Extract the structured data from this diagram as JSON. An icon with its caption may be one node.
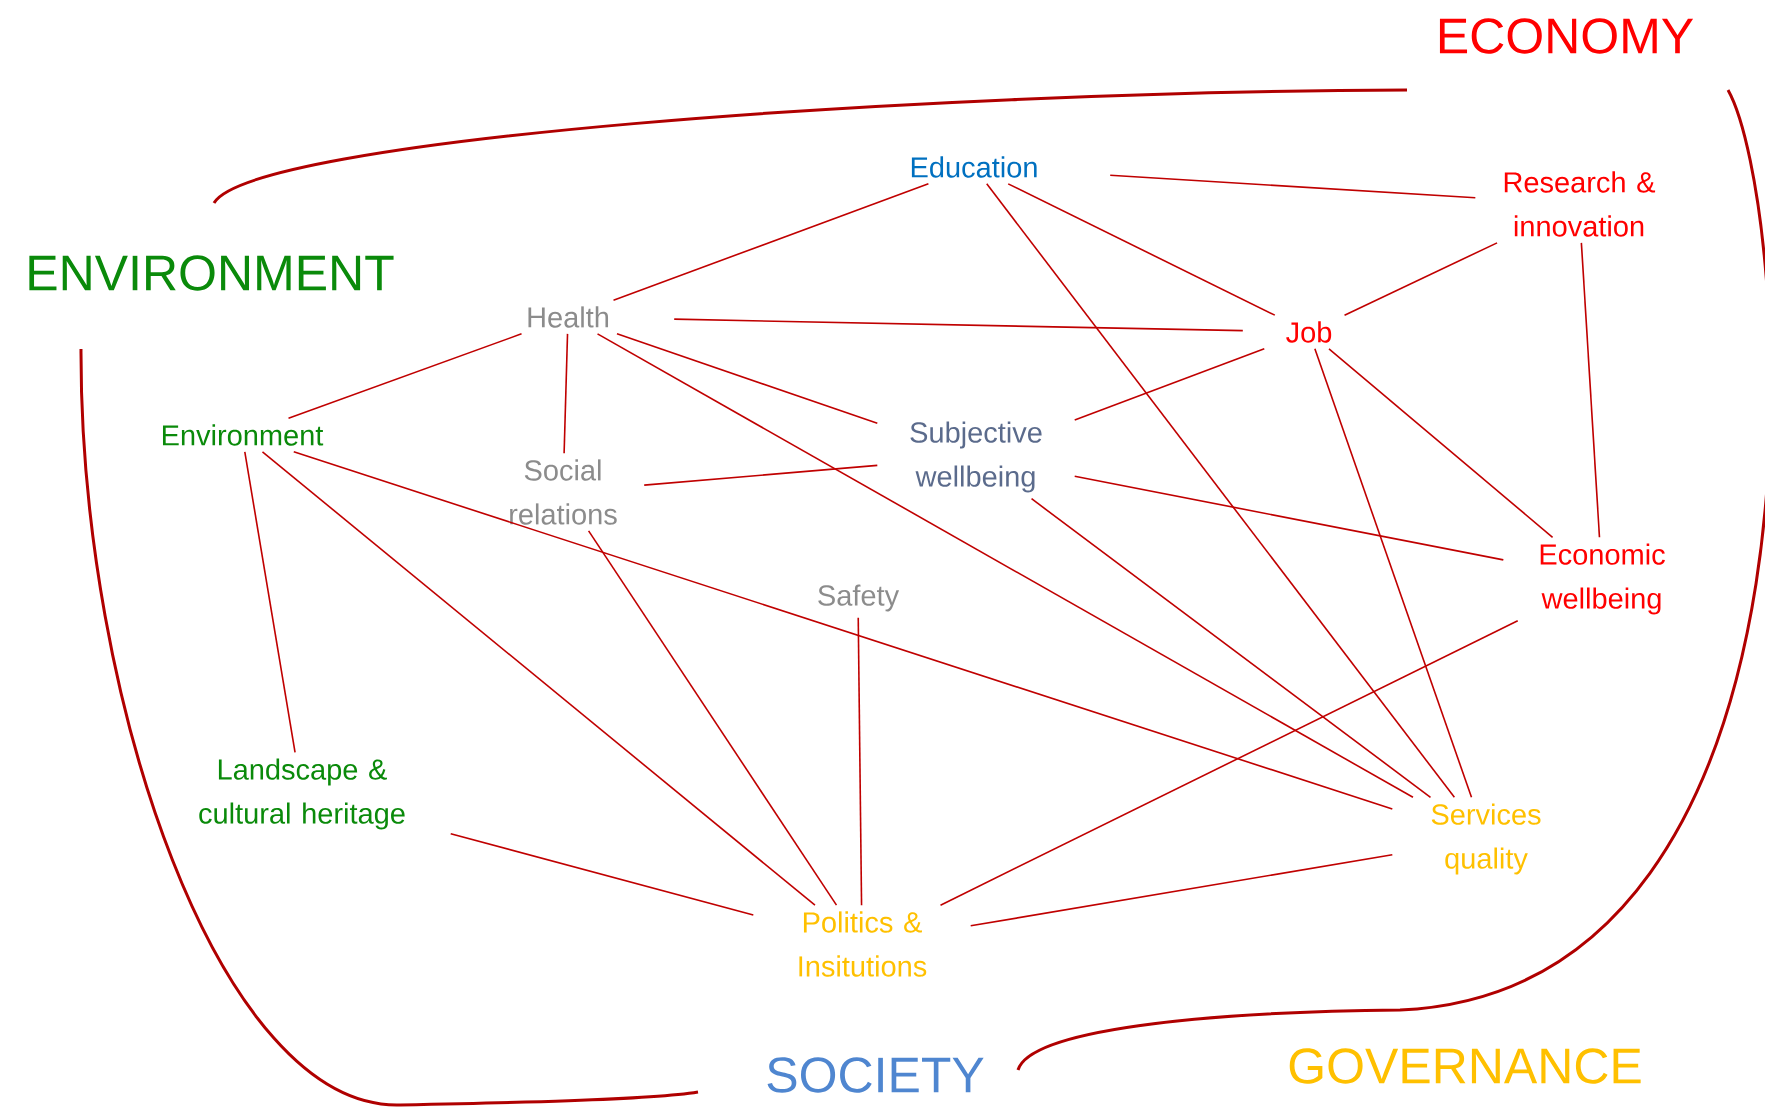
{
  "diagram": {
    "nodes": [
      {
        "text": [
          "Education"
        ]
      },
      {
        "text": [
          "Research & innovation"
        ]
      },
      {
        "text": [
          "Health"
        ]
      },
      {
        "text": [
          "Job"
        ]
      },
      {
        "text": [
          "Environment"
        ]
      },
      {
        "text": [
          "Subjective wellbeing"
        ]
      },
      {
        "text": [
          "Social relations"
        ]
      },
      {
        "text": [
          "Economic wellbeing"
        ]
      },
      {
        "text": [
          "Safety"
        ]
      },
      {
        "text": [
          "Landscape & cultural heritage"
        ]
      },
      {
        "text": [
          "Services quality"
        ]
      },
      {
        "text": [
          "Politics & Insitutions"
        ]
      }
    ],
    "edges": [
      {
        "from": 0,
        "to": 2,
        "arrow": "none"
      },
      {
        "from": 0,
        "to": 1,
        "arrow": "none"
      },
      {
        "from": 0,
        "to": 3,
        "arrow": "none"
      },
      {
        "from": 0,
        "to": 10,
        "arrow": "none"
      },
      {
        "from": 2,
        "to": 3,
        "arrow": "none"
      },
      {
        "from": 2,
        "to": 5,
        "arrow": "none"
      },
      {
        "from": 2,
        "to": 4,
        "arrow": "none"
      },
      {
        "from": 2,
        "to": 6,
        "arrow": "none"
      },
      {
        "from": 2,
        "to": 10,
        "arrow": "none"
      },
      {
        "from": 3,
        "to": 1,
        "arrow": "none"
      },
      {
        "from": 3,
        "to": 5,
        "arrow": "none"
      },
      {
        "from": 3,
        "to": 7,
        "arrow": "none"
      },
      {
        "from": 1,
        "to": 7,
        "arrow": "none"
      },
      {
        "from": 3,
        "to": 10,
        "arrow": "none"
      },
      {
        "from": 5,
        "to": 6,
        "arrow": "none"
      },
      {
        "from": 5,
        "to": 7,
        "arrow": "none"
      },
      {
        "from": 5,
        "to": 10,
        "arrow": "none"
      },
      {
        "from": 4,
        "to": 9,
        "arrow": "none"
      },
      {
        "from": 4,
        "to": 11,
        "arrow": "none"
      },
      {
        "from": 4,
        "to": 10,
        "arrow": "none"
      },
      {
        "from": 6,
        "to": 11,
        "arrow": "none"
      },
      {
        "from": 8,
        "to": 11,
        "arrow": "none"
      },
      {
        "from": 11,
        "to": 7,
        "arrow": "none"
      },
      {
        "from": 9,
        "to": 11,
        "arrow": "none"
      },
      {
        "from": 11,
        "to": 10,
        "arrow": "none"
      }
    ],
    "labels": [
      "ECONOMY",
      "ENVIRONMENT",
      "SOCIETY",
      "GOVERNANCE"
    ]
  }
}
